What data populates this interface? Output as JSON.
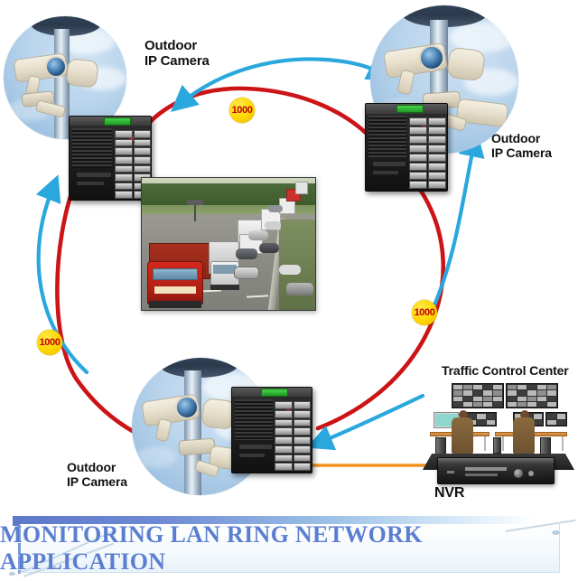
{
  "diagram": {
    "title": "MONITORING LAN RING NETWORK APPLICATION",
    "colors": {
      "ring_red": "#cc1417",
      "arrow_blue": "#2aa8dd",
      "badge_fill": "#ffd600",
      "badge_text": "#c00000",
      "nvr_cable_orange": "#f0901e",
      "banner_text": "#5b7fd0"
    }
  },
  "labels": {
    "camera_top_left": "Outdoor\nIP Camera",
    "camera_top_right": "Outdoor\nIP Camera",
    "camera_bottom_left": "Outdoor\nIP Camera",
    "traffic_control_center": "Traffic Control Center",
    "nvr": "NVR"
  },
  "badges": [
    {
      "name": "badge-top",
      "value": "1000"
    },
    {
      "name": "badge-right",
      "value": "1000"
    },
    {
      "name": "badge-left",
      "value": "1000"
    }
  ],
  "nodes": [
    {
      "id": "switch-top-left",
      "type": "industrial-ethernet-switch",
      "ports": 16
    },
    {
      "id": "switch-top-right",
      "type": "industrial-ethernet-switch",
      "ports": 16
    },
    {
      "id": "switch-bottom",
      "type": "industrial-ethernet-switch",
      "ports": 16
    },
    {
      "id": "camera-top-left",
      "type": "outdoor-ip-camera"
    },
    {
      "id": "camera-top-right",
      "type": "outdoor-ip-camera"
    },
    {
      "id": "camera-bottom",
      "type": "outdoor-ip-camera"
    },
    {
      "id": "nvr",
      "type": "network-video-recorder"
    },
    {
      "id": "traffic-control-center",
      "type": "control-room"
    },
    {
      "id": "highway-photo",
      "type": "traffic-photograph"
    }
  ],
  "links": [
    {
      "from": "switch-top-left",
      "to": "switch-top-right",
      "style": "red-ring",
      "speed": "1000"
    },
    {
      "from": "switch-top-right",
      "to": "switch-bottom",
      "style": "red-ring",
      "speed": "1000"
    },
    {
      "from": "switch-bottom",
      "to": "switch-top-left",
      "style": "red-ring",
      "speed": "1000"
    },
    {
      "from": "switch-bottom",
      "to": "nvr",
      "style": "orange-cable"
    }
  ]
}
